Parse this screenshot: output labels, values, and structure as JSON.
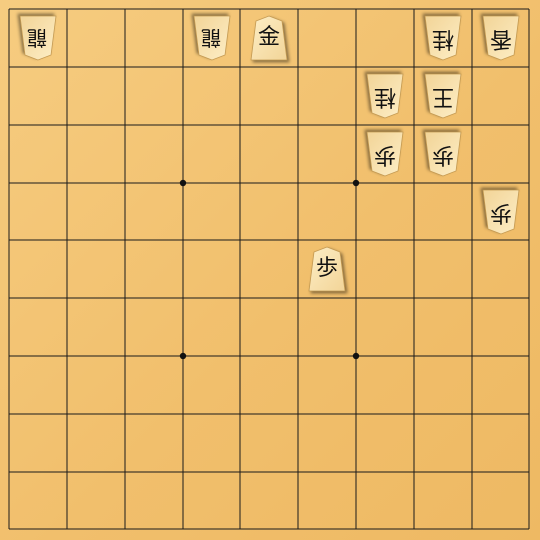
{
  "board": {
    "files": 9,
    "ranks": 9,
    "colors": {
      "wood": "#f3c272",
      "line": "#1a1a1a",
      "piece_face": "#fbe7b8"
    },
    "star_points": [
      [
        3,
        3
      ],
      [
        6,
        3
      ],
      [
        3,
        6
      ],
      [
        6,
        6
      ]
    ]
  },
  "pieces": [
    {
      "id": "r1c0",
      "glyph": "龍",
      "owner": "gote",
      "col": 0,
      "row": 0,
      "name": "gote-dragon-piece"
    },
    {
      "id": "r1c3",
      "glyph": "龍",
      "owner": "gote",
      "col": 3,
      "row": 0,
      "name": "gote-dragon-piece"
    },
    {
      "id": "r1c4",
      "glyph": "金",
      "owner": "sente",
      "col": 4,
      "row": 0,
      "name": "sente-gold-piece"
    },
    {
      "id": "r1c7",
      "glyph": "桂",
      "owner": "gote",
      "col": 7,
      "row": 0,
      "name": "gote-knight-piece"
    },
    {
      "id": "r1c8",
      "glyph": "香",
      "owner": "gote",
      "col": 8,
      "row": 0,
      "name": "gote-lance-piece"
    },
    {
      "id": "r2c6",
      "glyph": "桂",
      "owner": "gote",
      "col": 6,
      "row": 1,
      "name": "gote-knight-piece"
    },
    {
      "id": "r2c7",
      "glyph": "王",
      "owner": "gote",
      "col": 7,
      "row": 1,
      "name": "gote-king-piece"
    },
    {
      "id": "r3c6",
      "glyph": "歩",
      "owner": "gote",
      "col": 6,
      "row": 2,
      "name": "gote-pawn-piece"
    },
    {
      "id": "r3c7",
      "glyph": "歩",
      "owner": "gote",
      "col": 7,
      "row": 2,
      "name": "gote-pawn-piece"
    },
    {
      "id": "r4c8",
      "glyph": "歩",
      "owner": "gote",
      "col": 8,
      "row": 3,
      "name": "gote-pawn-piece"
    },
    {
      "id": "r5c5",
      "glyph": "歩",
      "owner": "sente",
      "col": 5,
      "row": 4,
      "name": "sente-pawn-piece"
    }
  ]
}
